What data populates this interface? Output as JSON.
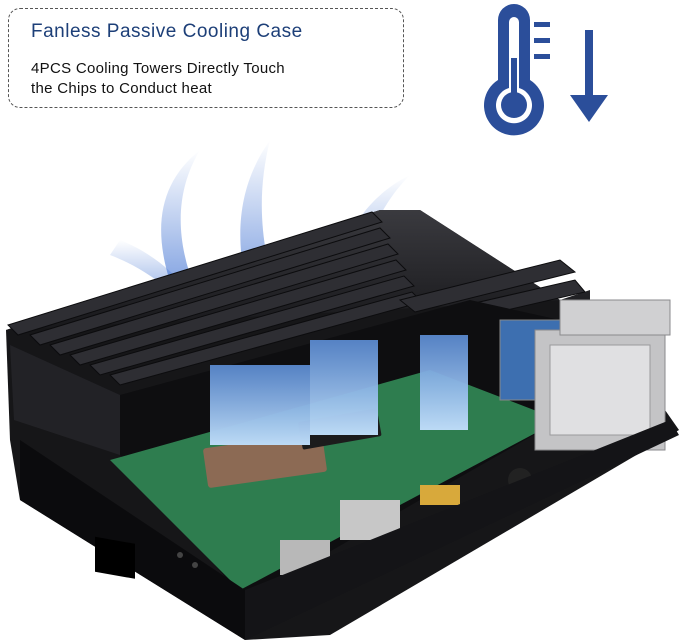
{
  "callout": {
    "title": "Fanless Passive Cooling Case",
    "description_lines": [
      "4PCS Cooling Towers Directly Touch",
      "the Chips to Conduct heat"
    ]
  },
  "icons": {
    "temperature": "thermometer-icon",
    "decrease": "arrow-down-icon"
  },
  "product": {
    "name": "heatsink-case",
    "colors": {
      "case": "#1a1a1d",
      "fins": "#2a2a2e",
      "airflow": "#3c6fd1",
      "pad": "#a9d0f0",
      "pcb": "#2e7d4f",
      "icon_blue": "#2b4e9a"
    }
  }
}
